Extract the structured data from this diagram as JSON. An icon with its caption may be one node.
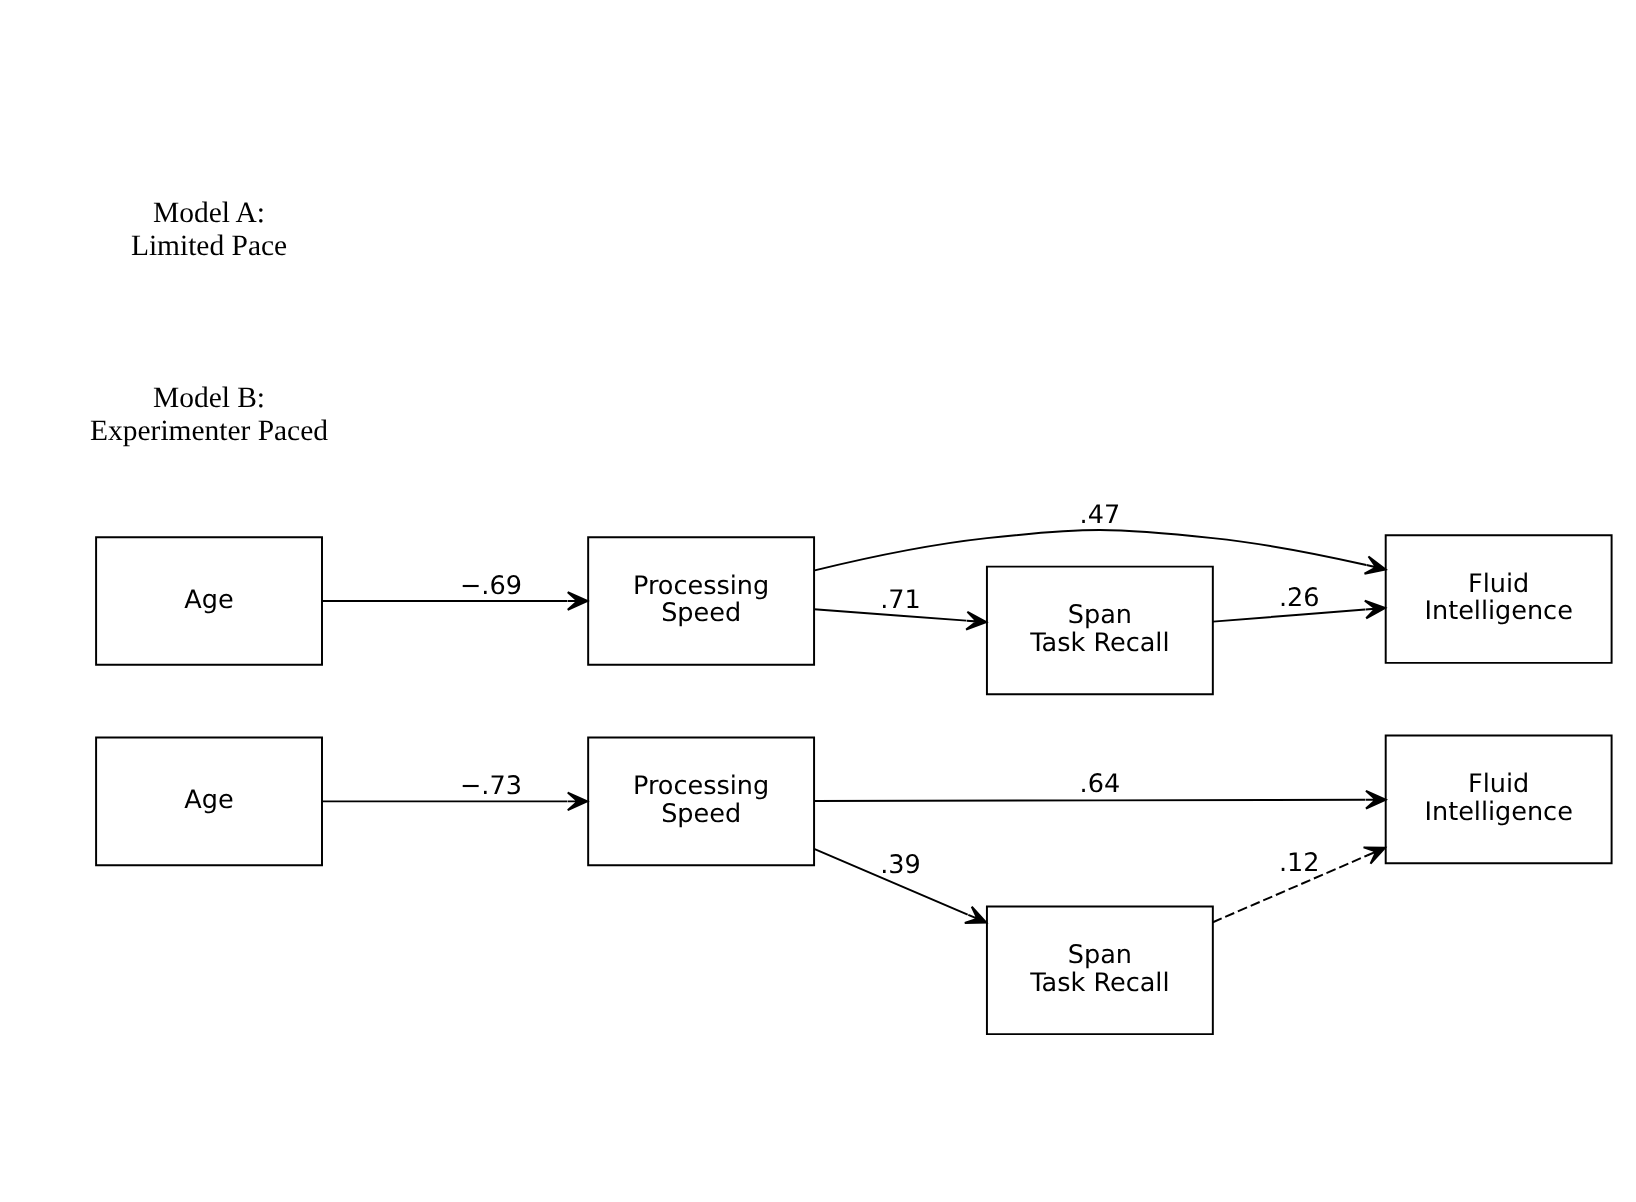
{
  "diagram": {
    "nodes": [
      {
        "text": [
          "Age"
        ]
      },
      {
        "text": [
          "Span Task Recall"
        ]
      },
      {
        "text": [
          "Processing Speed"
        ]
      },
      {
        "text": [
          "Fluid Intelligence"
        ]
      },
      {
        "text": [
          "Age"
        ]
      },
      {
        "text": [
          "Span Task Recall"
        ]
      },
      {
        "text": [
          "Processing Speed"
        ]
      },
      {
        "text": [
          "Fluid Intelligence"
        ]
      }
    ],
    "edges": [
      {
        "from": 0,
        "to": 2,
        "arrow": "to",
        "label": "−.69"
      },
      {
        "from": 2,
        "to": 1,
        "arrow": "to",
        "label": ".71"
      },
      {
        "from": 1,
        "to": 3,
        "arrow": "to",
        "label": ".26"
      },
      {
        "from": 2,
        "to": 3,
        "arrow": "to",
        "label": ".47"
      },
      {
        "from": 4,
        "to": 6,
        "arrow": "to",
        "label": "−.73"
      },
      {
        "from": 6,
        "to": 5,
        "arrow": "to",
        "label": ".39"
      },
      {
        "from": 5,
        "to": 7,
        "arrow": "to",
        "label": ".12",
        "style": "dashed"
      },
      {
        "from": 6,
        "to": 7,
        "arrow": "to",
        "label": ".64"
      }
    ],
    "labels": [
      "Model A: Limited Pace",
      "Model B: Experimenter Paced"
    ]
  }
}
